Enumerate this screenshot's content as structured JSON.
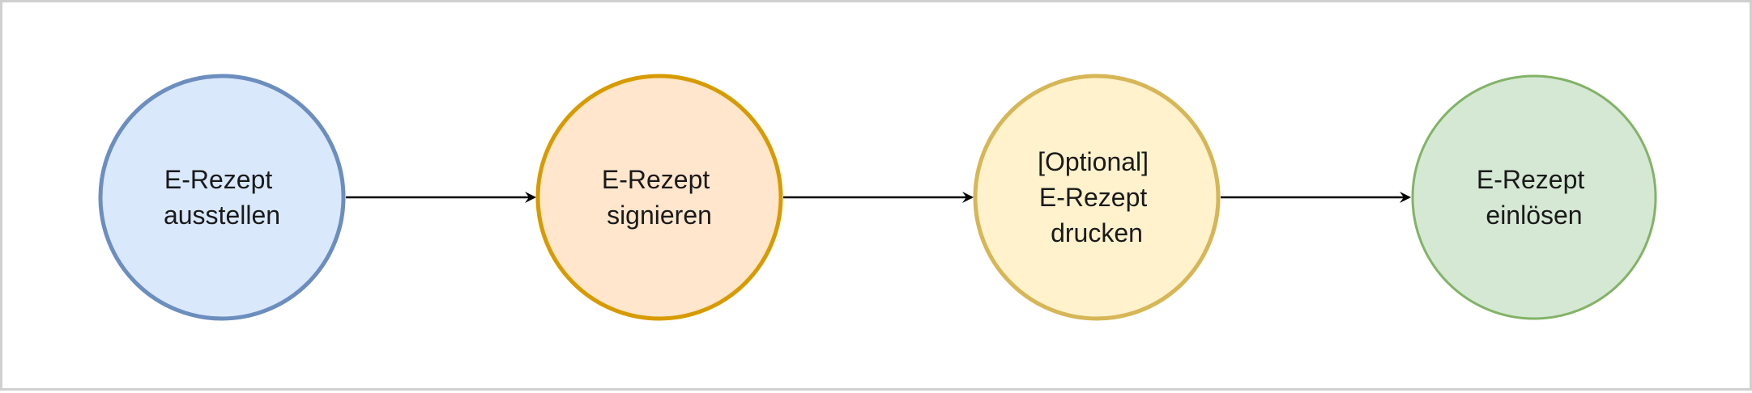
{
  "diagram": {
    "nodes": [
      {
        "id": "ausstellen",
        "lines": [
          "E-Rezept",
          "ausstellen"
        ],
        "fill": "#dae8fc",
        "stroke": "#6c8ebf"
      },
      {
        "id": "signieren",
        "lines": [
          "E-Rezept",
          "signieren"
        ],
        "fill": "#ffe6cc",
        "stroke": "#d79b00"
      },
      {
        "id": "drucken",
        "lines": [
          "[Optional]",
          "E-Rezept",
          "drucken"
        ],
        "fill": "#fff2cc",
        "stroke": "#d6b656"
      },
      {
        "id": "einloesen",
        "lines": [
          "E-Rezept",
          "einlösen"
        ],
        "fill": "#d5e8d4",
        "stroke": "#82b366"
      }
    ],
    "edges": [
      {
        "from": "ausstellen",
        "to": "signieren"
      },
      {
        "from": "signieren",
        "to": "drucken"
      },
      {
        "from": "drucken",
        "to": "einloesen"
      }
    ],
    "edge_color": "#000000",
    "frame_color": "#d0d0d0"
  }
}
